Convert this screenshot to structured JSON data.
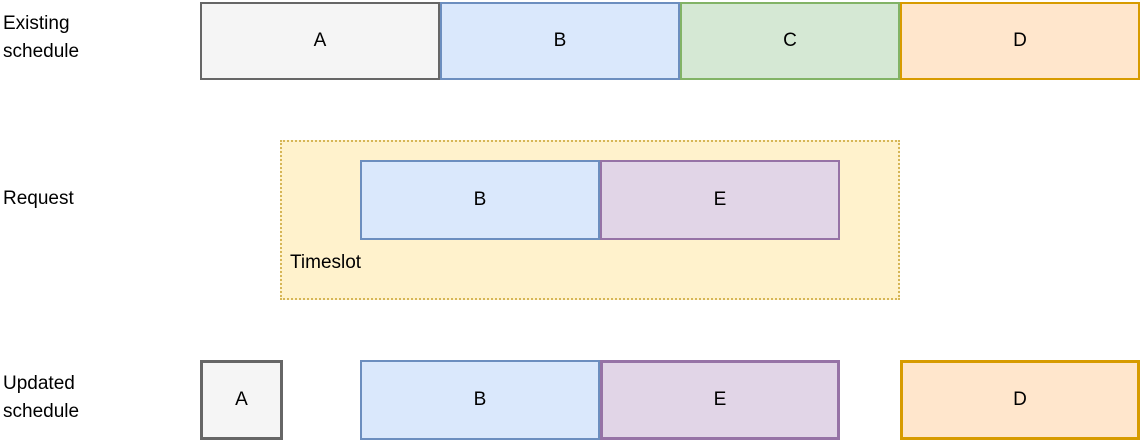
{
  "labels": {
    "existing": "Existing schedule",
    "request": "Request",
    "updated": "Updated schedule"
  },
  "colors": {
    "gray": {
      "fill": "#f5f5f5",
      "stroke": "#666666"
    },
    "blue": {
      "fill": "#dae8fc",
      "stroke": "#6c8ebf"
    },
    "green": {
      "fill": "#d5e8d4",
      "stroke": "#82b366"
    },
    "orange": {
      "fill": "#ffe6cc",
      "stroke": "#d79b00"
    },
    "purple": {
      "fill": "#e1d5e7",
      "stroke": "#9673a6"
    },
    "timeslot": {
      "fill": "#fff2cc",
      "stroke": "#d6b656"
    }
  },
  "existing_schedule": {
    "blocks": [
      {
        "label": "A",
        "color": "gray"
      },
      {
        "label": "B",
        "color": "blue"
      },
      {
        "label": "C",
        "color": "green"
      },
      {
        "label": "D",
        "color": "orange"
      }
    ]
  },
  "request": {
    "timeslot_label": "Timeslot",
    "blocks": [
      {
        "label": "B",
        "color": "blue"
      },
      {
        "label": "E",
        "color": "purple"
      }
    ]
  },
  "updated_schedule": {
    "blocks": [
      {
        "label": "A",
        "color": "gray"
      },
      {
        "label": "B",
        "color": "blue"
      },
      {
        "label": "E",
        "color": "purple"
      },
      {
        "label": "D",
        "color": "orange"
      }
    ]
  }
}
